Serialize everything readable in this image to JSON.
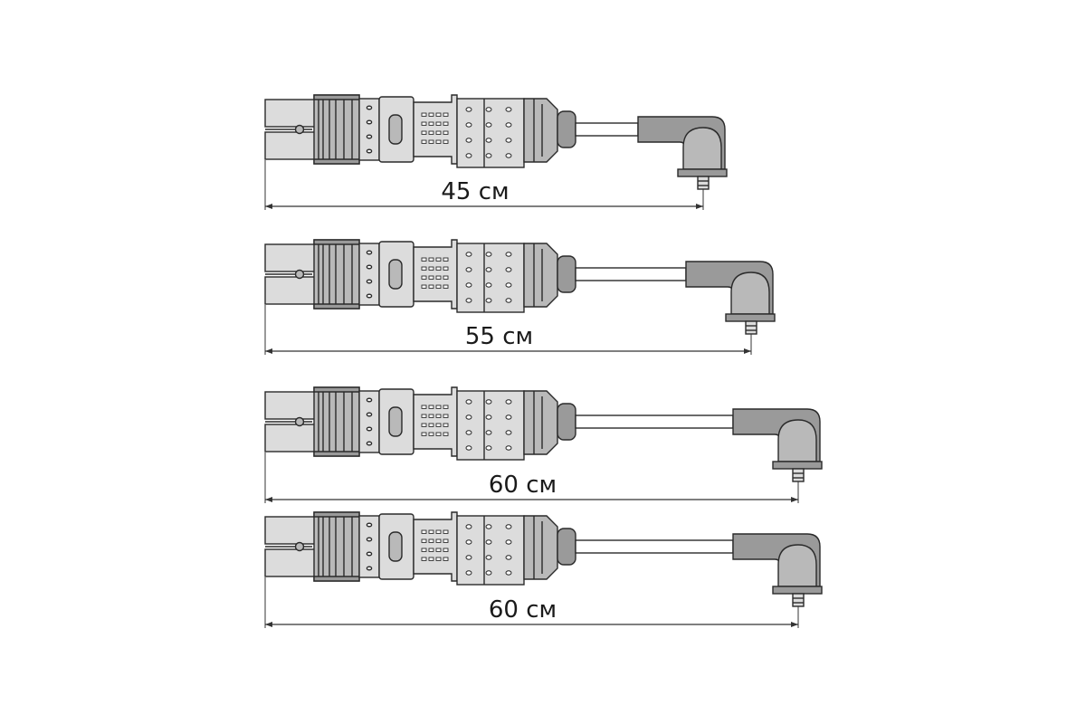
{
  "colors": {
    "outline": "#2a2a2a",
    "light_fill": "#dcdcdc",
    "medium_fill": "#b9b9b9",
    "dark_fill": "#9a9a9a",
    "cable_fill": "#ffffff",
    "dimension_line": "#333333"
  },
  "wires": [
    {
      "length_label": "45 см"
    },
    {
      "length_label": "55 см"
    },
    {
      "length_label": "60 см"
    },
    {
      "length_label": "60 см"
    }
  ]
}
